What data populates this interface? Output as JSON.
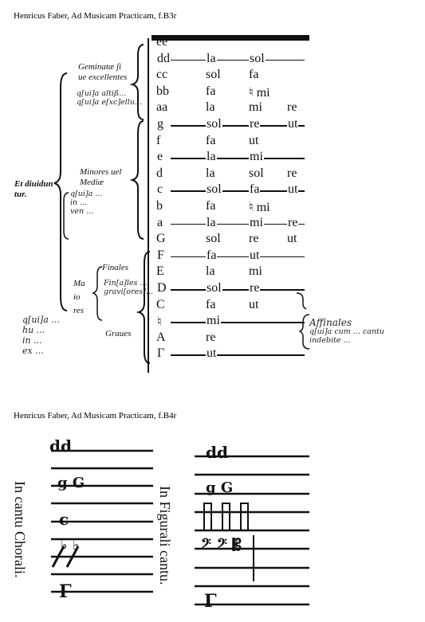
{
  "captions": {
    "first": "Henricus Faber, Ad Musicam Practicam, f.B3r",
    "second": "Henricus Faber, Ad Musicam Practicam, f.B4r"
  },
  "gamut": {
    "rows": [
      {
        "letter": "ee",
        "s1": "",
        "s2": "",
        "s3": ""
      },
      {
        "letter": "dd",
        "s1": "la",
        "s2": "sol",
        "s3": ""
      },
      {
        "letter": "cc",
        "s1": "sol",
        "s2": "fa",
        "s3": ""
      },
      {
        "letter": "bb",
        "s1": "fa",
        "s2": "♮ mi",
        "s3": ""
      },
      {
        "letter": "aa",
        "s1": "la",
        "s2": "mi",
        "s3": "re"
      },
      {
        "letter": "g",
        "s1": "sol",
        "s2": "re",
        "s3": "ut"
      },
      {
        "letter": "f",
        "s1": "fa",
        "s2": "ut",
        "s3": ""
      },
      {
        "letter": "e",
        "s1": "la",
        "s2": "mi",
        "s3": ""
      },
      {
        "letter": "d",
        "s1": "la",
        "s2": "sol",
        "s3": "re"
      },
      {
        "letter": "c",
        "s1": "sol",
        "s2": "fa",
        "s3": "ut"
      },
      {
        "letter": "b",
        "s1": "fa",
        "s2": "♮ mi",
        "s3": ""
      },
      {
        "letter": "a",
        "s1": "la",
        "s2": "mi",
        "s3": "re"
      },
      {
        "letter": "G",
        "s1": "sol",
        "s2": "re",
        "s3": "ut"
      },
      {
        "letter": "F",
        "s1": "fa",
        "s2": "ut",
        "s3": ""
      },
      {
        "letter": "E",
        "s1": "la",
        "s2": "mi",
        "s3": ""
      },
      {
        "letter": "D",
        "s1": "sol",
        "s2": "re",
        "s3": ""
      },
      {
        "letter": "C",
        "s1": "fa",
        "s2": "ut",
        "s3": ""
      },
      {
        "letter": "♮",
        "s1": "mi",
        "s2": "",
        "s3": ""
      },
      {
        "letter": "A",
        "s1": "re",
        "s2": "",
        "s3": ""
      },
      {
        "letter": "Γ",
        "s1": "ut",
        "s2": "",
        "s3": ""
      }
    ],
    "labels": {
      "geminatae": [
        "Geminatæ ſi",
        "ue excellentes"
      ],
      "minores": [
        "Minores uel",
        "Mediæ"
      ],
      "maiores": [
        "Ma",
        "io",
        "res"
      ],
      "finales": "Finales",
      "graues": "Graues",
      "diuiduntur": [
        "Et diuidun",
        "tur."
      ]
    },
    "annotations": {
      "gloss1": [
        "q[ui]a altiß...",
        "q[ui]a e[xc]ellu..."
      ],
      "gloss2": [
        "q[ui]a ...",
        "in ... ",
        "ven ... "
      ],
      "gloss3": [
        "Fin[a]les ...",
        "gravi[ores]..."
      ],
      "gloss4": [
        "q[ui]a ...",
        "hu ... ",
        "in ... ",
        "ex ... "
      ],
      "right_note": [
        "Affinales",
        "q[ui]a cum ... cantu",
        "indebite ... "
      ]
    }
  },
  "clefs": {
    "left_label": "In cantu Chorali.",
    "right_label": "In Figurali cantu.",
    "left_symbols": [
      "dd",
      "g G",
      "c",
      "♭ ♭",
      "Γ"
    ],
    "right_symbols": [
      "dd",
      "g G",
      "𝄁 𝄁 𝄁",
      "𝄢 𝄢 𝄡",
      "Γ"
    ]
  }
}
